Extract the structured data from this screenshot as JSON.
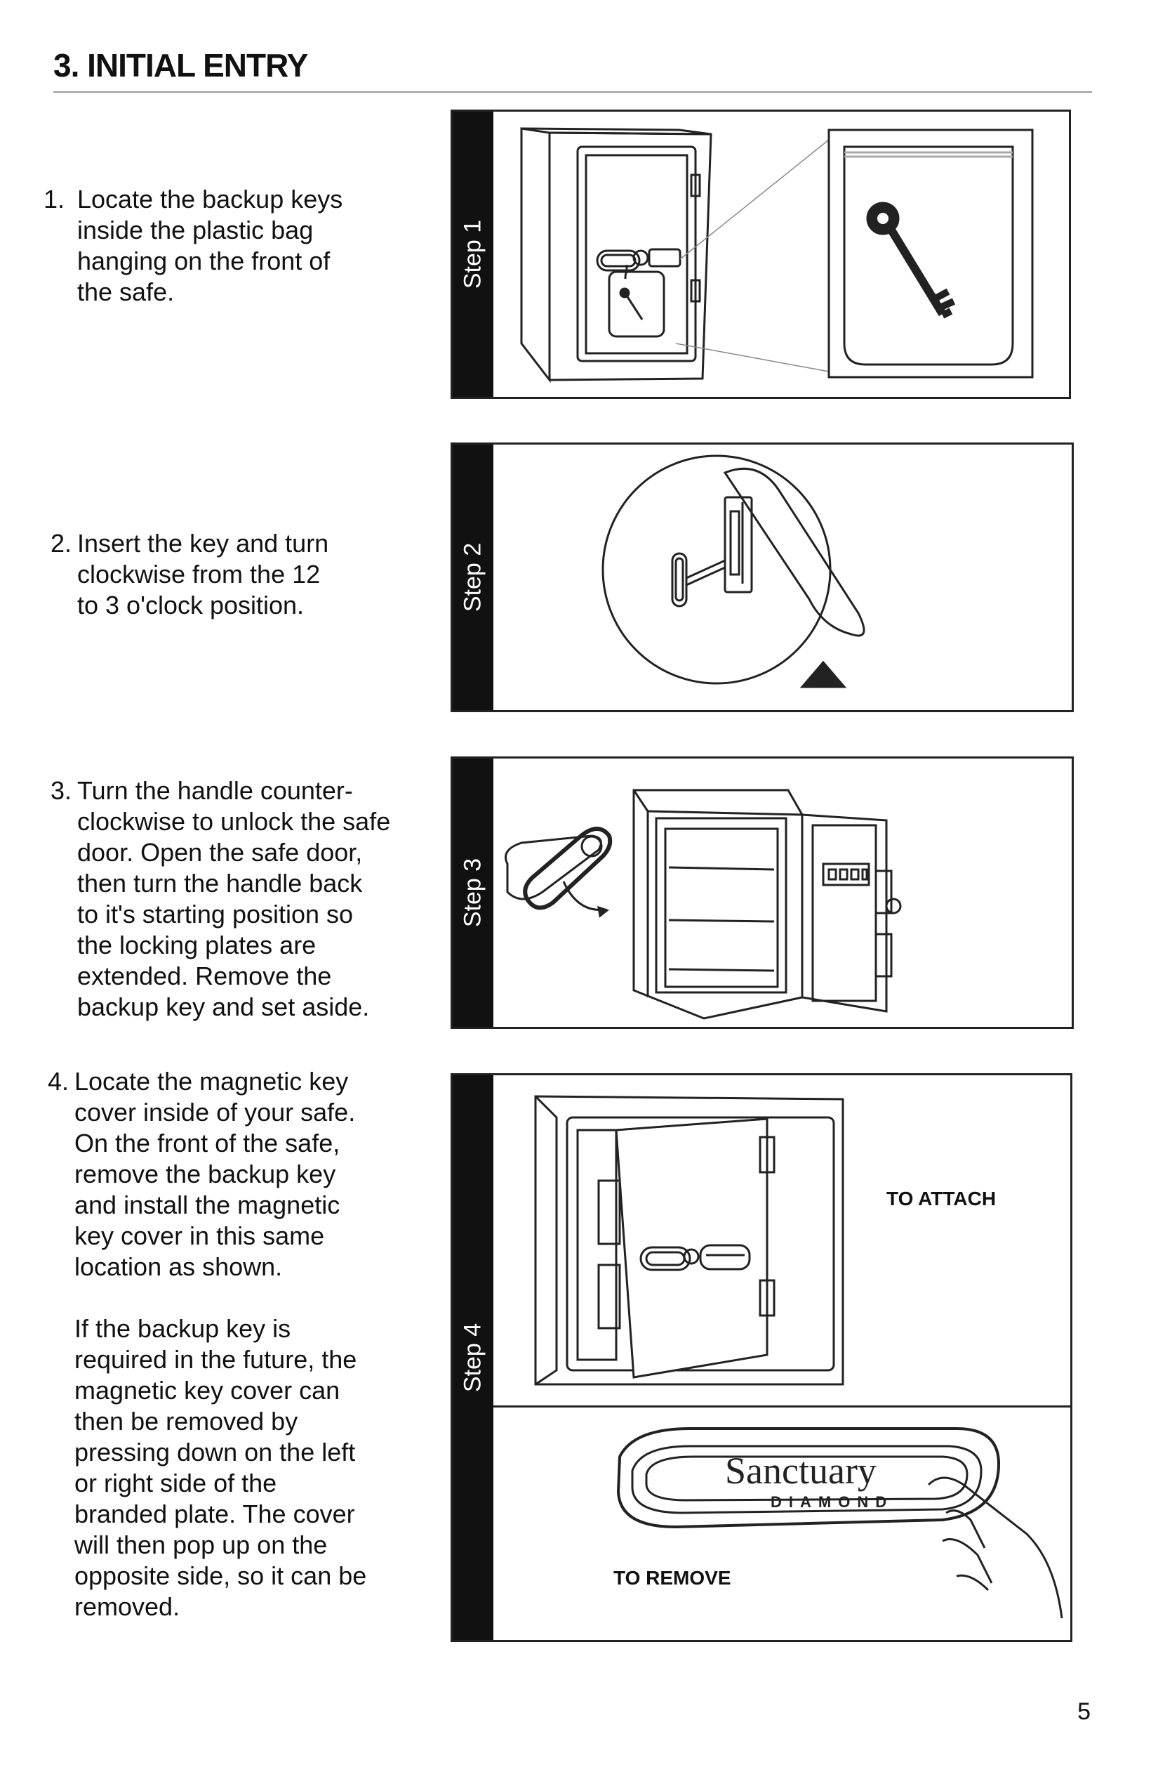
{
  "page": {
    "title": "3. INITIAL ENTRY",
    "page_number": "5"
  },
  "steps": [
    {
      "number": "1.",
      "text": "Locate the backup keys\ninside the plastic bag\nhanging on the front of\nthe safe.",
      "tab_label": "Step 1"
    },
    {
      "number": "2.",
      "text": "Insert the key and turn\nclockwise from the 12\nto 3 o'clock position.",
      "tab_label": "Step 2"
    },
    {
      "number": "3.",
      "text": "Turn the handle counter-\nclockwise to unlock the safe\ndoor. Open the safe door,\nthen turn the handle back\nto it's starting position so\nthe locking plates are\nextended. Remove the\nbackup key and set aside.",
      "tab_label": "Step 3"
    },
    {
      "number": "4.",
      "text": "Locate the magnetic key\ncover inside of your safe.\nOn the front of the safe,\nremove the backup key\nand install the magnetic\nkey cover in this same\nlocation as shown.\n\nIf the backup key is\nrequired in the future, the\nmagnetic key cover can\nthen be removed by\npressing down on the left\nor right side of the\nbranded plate. The cover\nwill then pop up on the\nopposite side, so it can be\nremoved.",
      "tab_label": "Step 4",
      "caption_attach": "TO ATTACH",
      "caption_remove": "TO REMOVE"
    }
  ],
  "brand_plate": {
    "name": "Sanctuary",
    "sub": "DIAMOND"
  }
}
